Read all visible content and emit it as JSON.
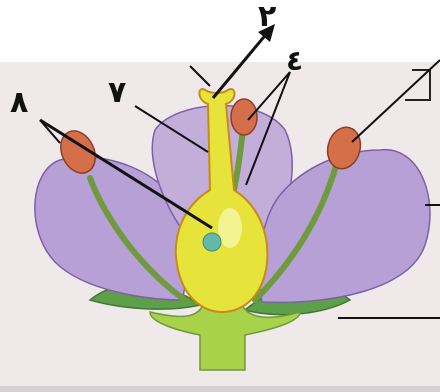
{
  "diagram": {
    "labels": {
      "top": "٢",
      "left_big": "٨",
      "left_mid": "٧",
      "center": "٤"
    },
    "colors": {
      "background_paper": "#efe9ea",
      "petal": "#b7a0d6",
      "petal_edge": "#7f5fa8",
      "stamen_filament": "#6f9a3e",
      "anther": "#d46f4a",
      "pistil": "#e6e33a",
      "pistil_edge": "#c98a1a",
      "sepal": "#5ea04a",
      "ovule": "#62b9a8",
      "line": "#111111"
    }
  }
}
